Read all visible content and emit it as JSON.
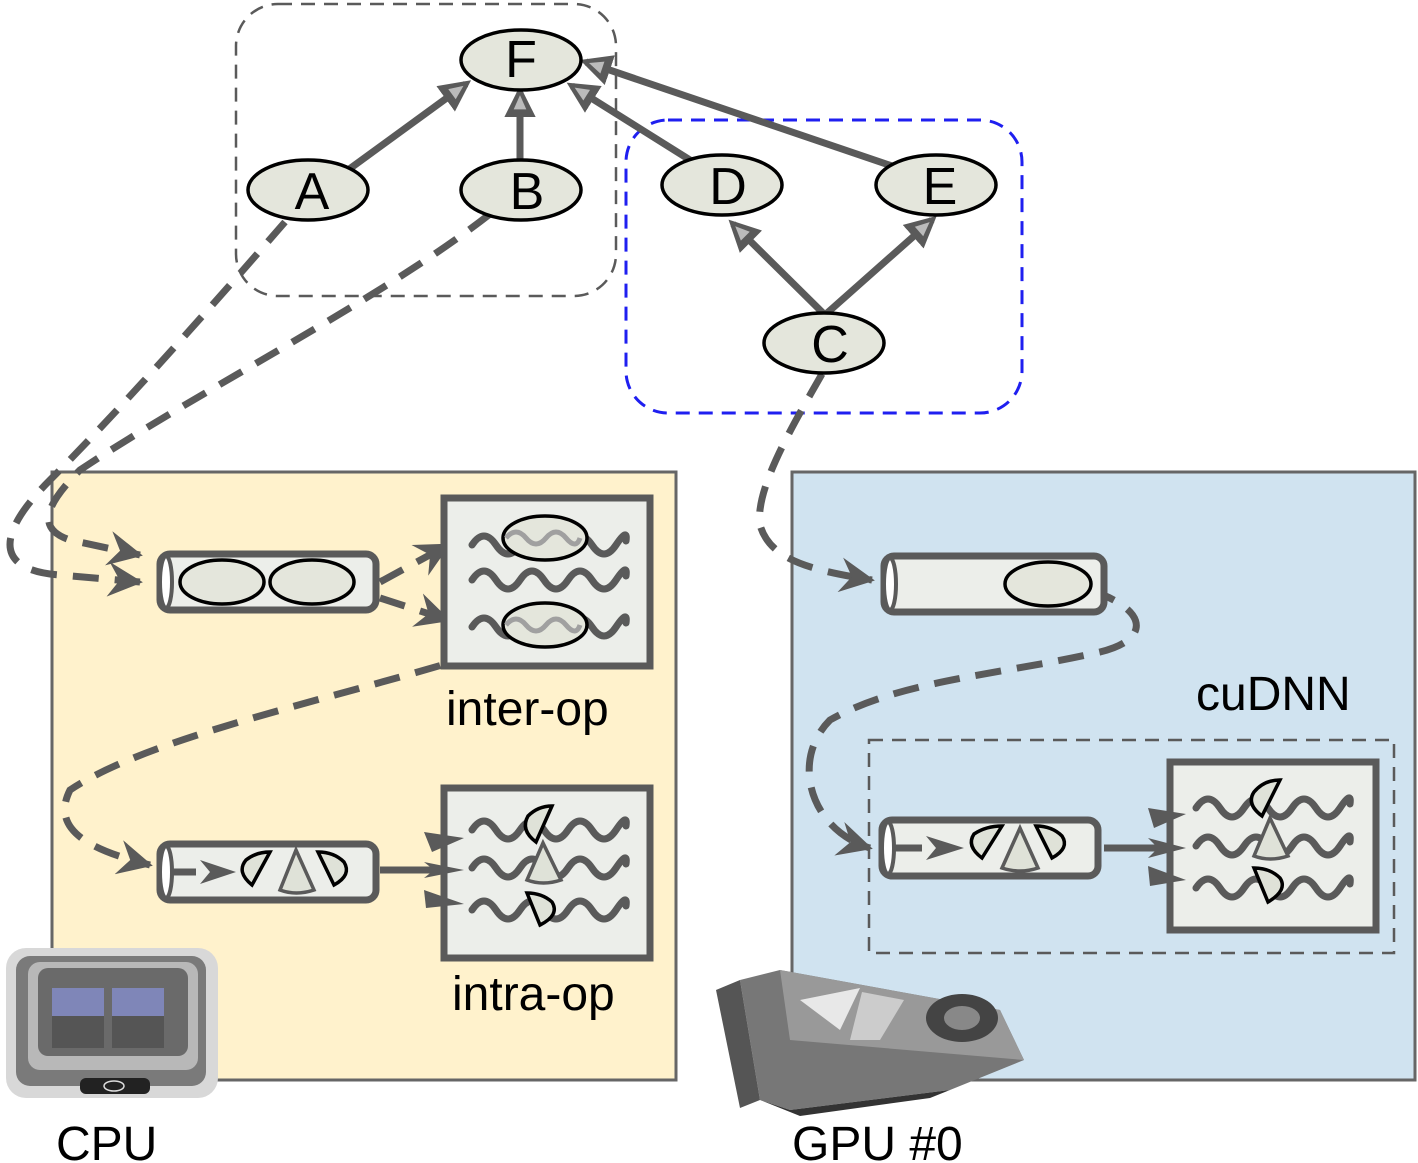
{
  "graph": {
    "nodes": [
      "A",
      "B",
      "C",
      "D",
      "E",
      "F"
    ],
    "edges": [
      [
        "A",
        "F"
      ],
      [
        "B",
        "F"
      ],
      [
        "D",
        "F"
      ],
      [
        "E",
        "F"
      ],
      [
        "C",
        "D"
      ],
      [
        "C",
        "E"
      ]
    ],
    "clusters": [
      {
        "name": "cpu-partition",
        "members": [
          "A",
          "B",
          "F"
        ],
        "border_color": "#5a5a5a"
      },
      {
        "name": "gpu-partition",
        "members": [
          "C",
          "D",
          "E"
        ],
        "border_color": "#1f1ff0"
      }
    ]
  },
  "devices": {
    "cpu": {
      "label": "CPU",
      "background": "#fff2cc",
      "pools": [
        {
          "label": "inter-op"
        },
        {
          "label": "intra-op"
        }
      ]
    },
    "gpu": {
      "label": "GPU #0",
      "background": "#d0e3f0",
      "library_label": "cuDNN"
    }
  },
  "colors": {
    "line": "#5a5a5a",
    "node_fill": "#e4e6dc",
    "blue_cluster": "#1f1ff0"
  }
}
